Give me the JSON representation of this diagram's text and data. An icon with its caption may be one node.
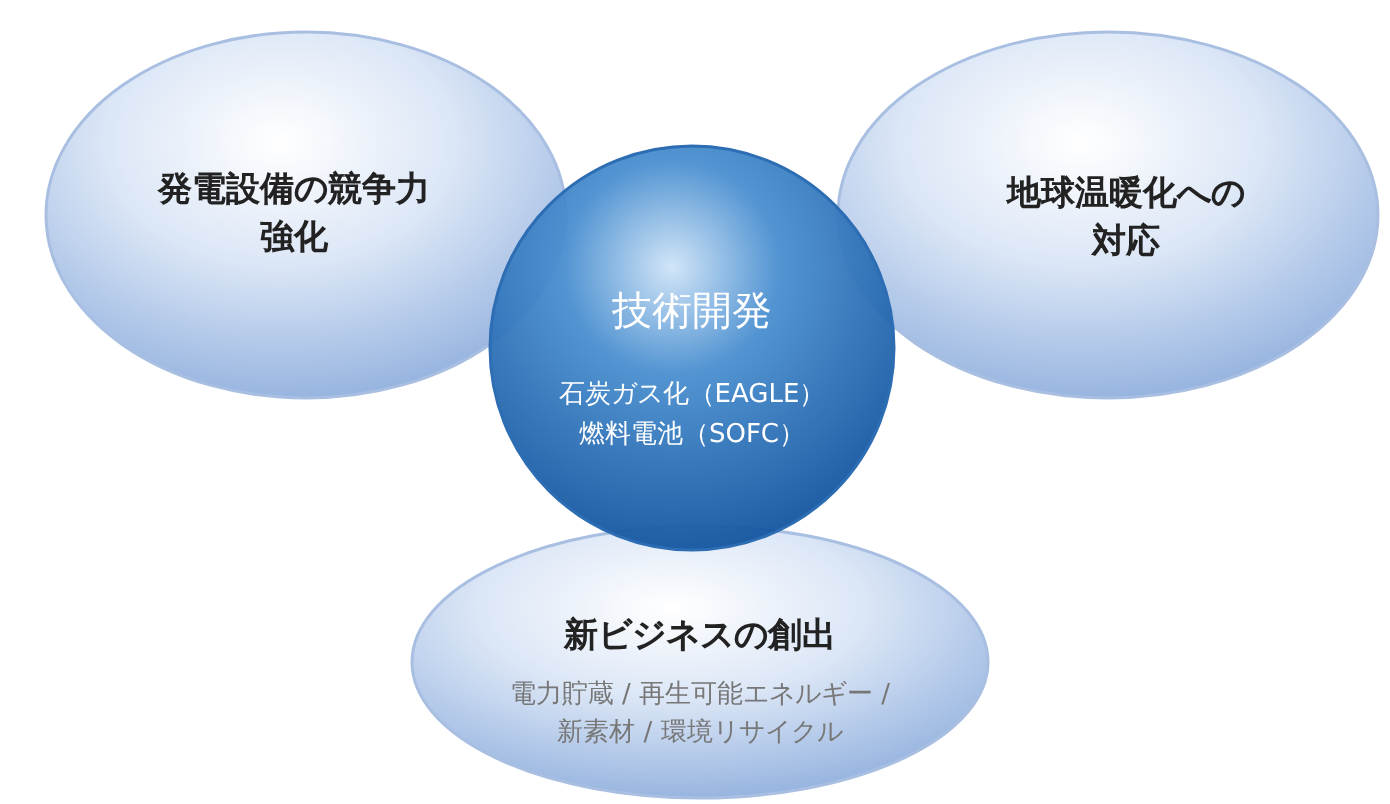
{
  "diagram": {
    "nodes": [
      {
        "text": [
          "発電設備の競争力強化"
        ]
      },
      {
        "text": [
          "地球温暖化への対応"
        ]
      },
      {
        "text": [
          "新ビジネスの創出",
          "電力貯蔵 / 再生可能エネルギー / 新素材 / 環境リサイクル"
        ]
      },
      {
        "text": [
          "技術開発",
          "石炭ガス化（EAGLE）",
          "燃料電池（SOFC）"
        ]
      }
    ],
    "edges": []
  }
}
